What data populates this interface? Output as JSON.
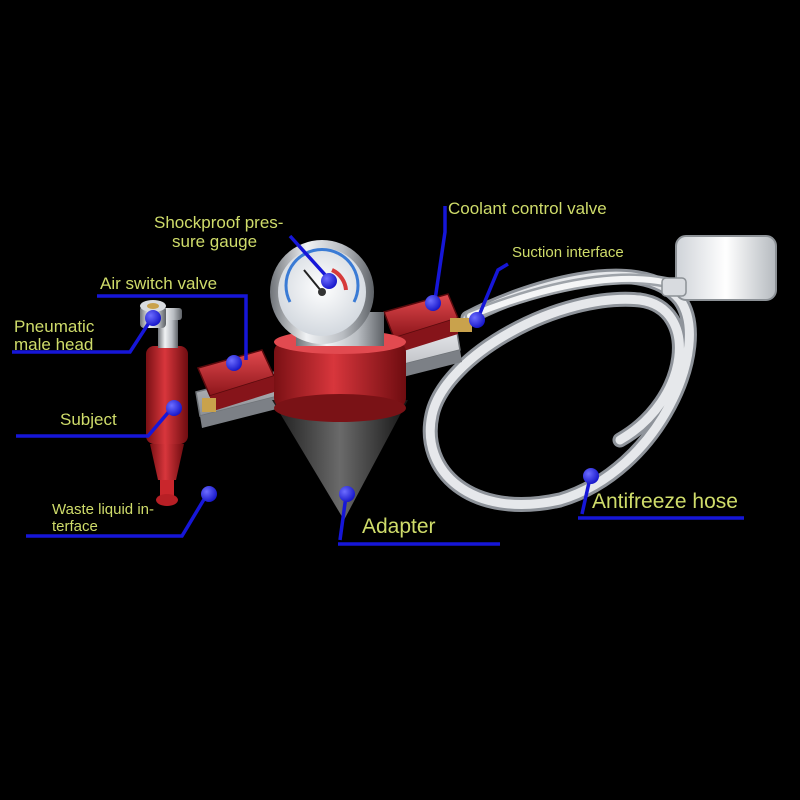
{
  "colors": {
    "background": "#000000",
    "label_text": "#cfdc6a",
    "leader_line": "#1616d8",
    "accent_red": "#c0262c"
  },
  "labels": {
    "shockproof_gauge_line1": "Shockproof pres-",
    "shockproof_gauge_line2": "sure gauge",
    "coolant_control_valve": "Coolant control valve",
    "suction_interface": "Suction interface",
    "air_switch_valve": "Air switch valve",
    "pneumatic_male_head_line1": "Pneumatic",
    "pneumatic_male_head_line2": "male head",
    "subject": "Subject",
    "waste_liquid_line1": "Waste liquid in-",
    "waste_liquid_line2": "terface",
    "adapter": "Adapter",
    "antifreeze_hose": "Antifreeze hose"
  }
}
